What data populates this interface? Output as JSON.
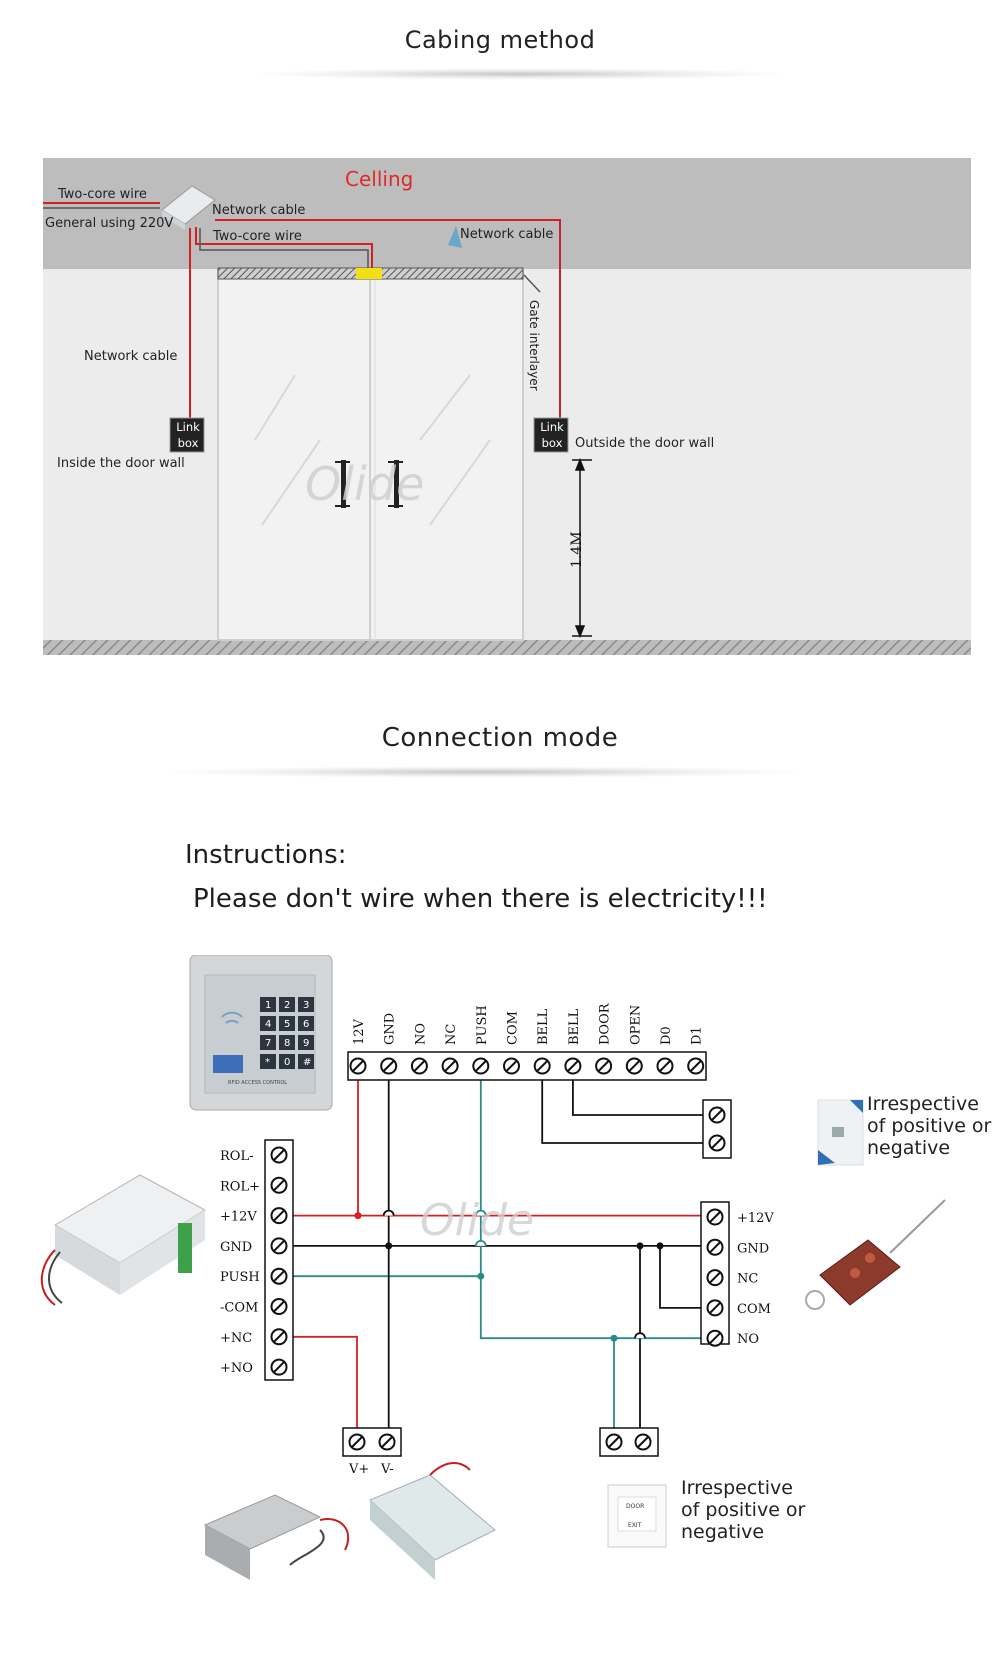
{
  "headers": {
    "cabling": "Cabing method",
    "connection": "Connection mode"
  },
  "cabling_diagram": {
    "celling": "Celling",
    "two_core_wire_top": "Two-core wire",
    "general_220v": "General  using  220V",
    "network_cable_1": "Network cable",
    "two_core_wire_2": "Two-core wire",
    "network_cable_2": "Network cable",
    "network_cable_left": "Network cable",
    "gate_interlayer": "Gate interlayer",
    "link_box_left": "Link box",
    "link_box_right": "Link box",
    "inside_wall": "Inside the door wall",
    "outside_wall": "Outside the door wall",
    "height": "1.4M",
    "watermark": "Olide"
  },
  "instructions": {
    "title": "Instructions:",
    "warning": "Please don't wire when there is electricity!!!"
  },
  "keypad": {
    "keys": [
      "1",
      "2",
      "3",
      "4",
      "5",
      "6",
      "7",
      "8",
      "9",
      "*",
      "0",
      "#"
    ],
    "brand": "RFID ACCESS CONTROL"
  },
  "controller_terminals": [
    "12V",
    "GND",
    "NO",
    "NC",
    "PUSH",
    "COM",
    "BELL",
    "BELL",
    "DOOR",
    "OPEN",
    "D0",
    "D1"
  ],
  "power_supply_terminals": [
    "ROL-",
    "ROL+",
    "+12V",
    "GND",
    "PUSH",
    "-COM",
    "+NC",
    "+NO"
  ],
  "remote_receiver_terminals": [
    "+12V",
    "GND",
    "NC",
    "COM",
    "NO"
  ],
  "lock_terminals": [
    "V+",
    "V-"
  ],
  "notes": {
    "bell": "Irrespective of positive or negative",
    "exit": "Irrespective of positive or negative"
  },
  "exit_button": {
    "line1": "DOOR",
    "line2": "EXIT"
  },
  "colors": {
    "red": "#d42020",
    "teal": "#2a8a8a",
    "black": "#111111"
  }
}
